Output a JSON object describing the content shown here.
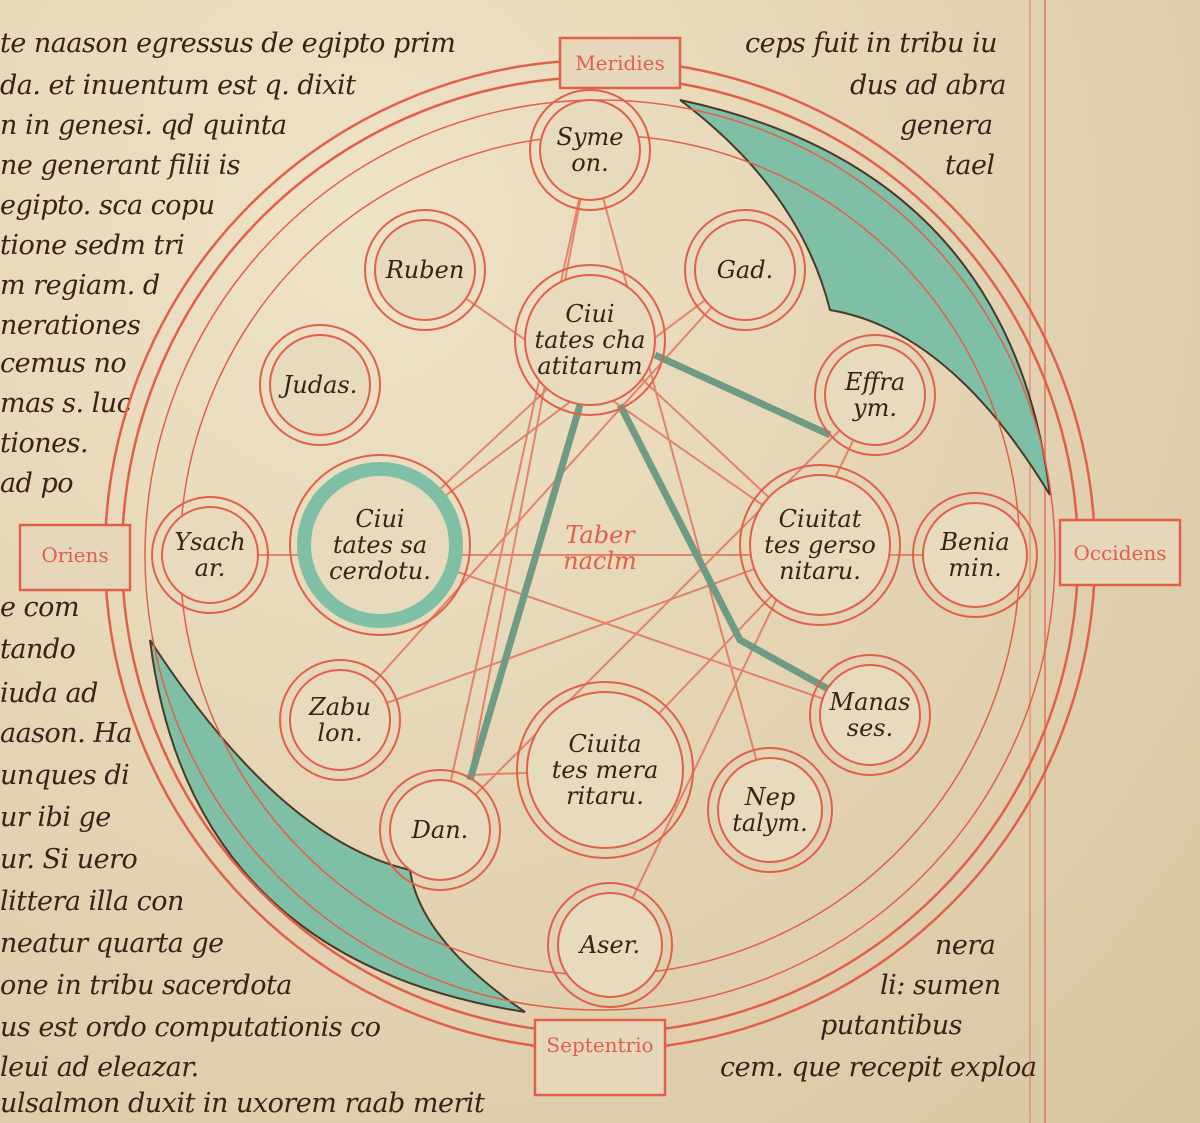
{
  "colors": {
    "parchment": "#e6d7ba",
    "ink": "#3b2216",
    "red_ink": "#e0604a",
    "green": "#7fbfa6"
  },
  "cardinal": {
    "top": "Meridies",
    "left": "Oriens",
    "right": "Occidens",
    "bottom": "Septentrio"
  },
  "tribes": {
    "symeon": [
      "Syme",
      "on."
    ],
    "ruben": [
      "Ruben"
    ],
    "gad": [
      "Gad."
    ],
    "judas": [
      "Judas."
    ],
    "effraym": [
      "Effra",
      "ym."
    ],
    "ysachar": [
      "Ysach",
      "ar."
    ],
    "beniamin": [
      "Benia",
      "min."
    ],
    "zabulon": [
      "Zabu",
      "lon."
    ],
    "manasses": [
      "Manas",
      "ses."
    ],
    "dan": [
      "Dan."
    ],
    "neptalym": [
      "Nep",
      "talym."
    ],
    "aser": [
      "Aser."
    ]
  },
  "levites": {
    "caathitarum": [
      "Ciui",
      "tates cha",
      "atitarum"
    ],
    "sacerdotum": [
      "Ciui",
      "tates sa",
      "cerdotu."
    ],
    "gersonitarum": [
      "Ciuitat",
      "tes gerso",
      "nitaru."
    ],
    "meraritarum": [
      "Ciuita",
      "tes mera",
      "ritaru."
    ],
    "tabernaculum": [
      "Taber",
      "naclm"
    ]
  },
  "left_text": [
    "te naason egressus de egipto prim",
    "da. et inuentum est q. dixit",
    "n in genesi. qd quinta",
    "ne generant filii is",
    "egipto. sca copu",
    "tione sedm tri",
    "m regiam. d",
    "nerationes",
    "cemus no",
    "mas s. luc",
    "tiones.",
    "ad po",
    "e com",
    "tando",
    "iuda ad",
    "aason. Ha",
    "unques di",
    "ur ibi ge",
    "ur. Si uero",
    "littera illa con",
    "neatur quarta ge",
    "one in tribu sacerdota",
    "us est ordo computationis co",
    "leui ad eleazar.",
    "ulsalmon duxit in uxorem raab merit"
  ],
  "right_text_top": [
    "ceps fuit in tribu iu",
    "dus ad abra",
    "genera",
    "tael"
  ],
  "right_text_bottom": [
    "nera",
    "li: sumen",
    "putantibus",
    "cem. que recepit exploa"
  ]
}
